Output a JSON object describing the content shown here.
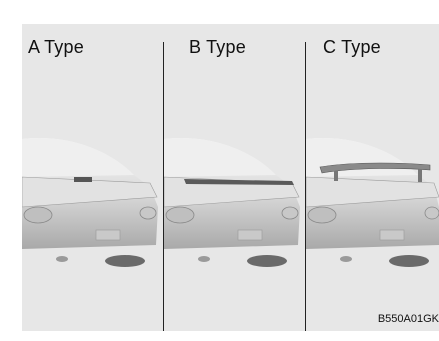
{
  "panels": [
    {
      "label": "A Type",
      "spoiler": "small-center"
    },
    {
      "label": "B Type",
      "spoiler": "lip"
    },
    {
      "label": "C Type",
      "spoiler": "wing"
    }
  ],
  "figure_code": "B550A01GK",
  "colors": {
    "background": "#e7e7e7",
    "divider": "#222222",
    "text": "#111111"
  }
}
